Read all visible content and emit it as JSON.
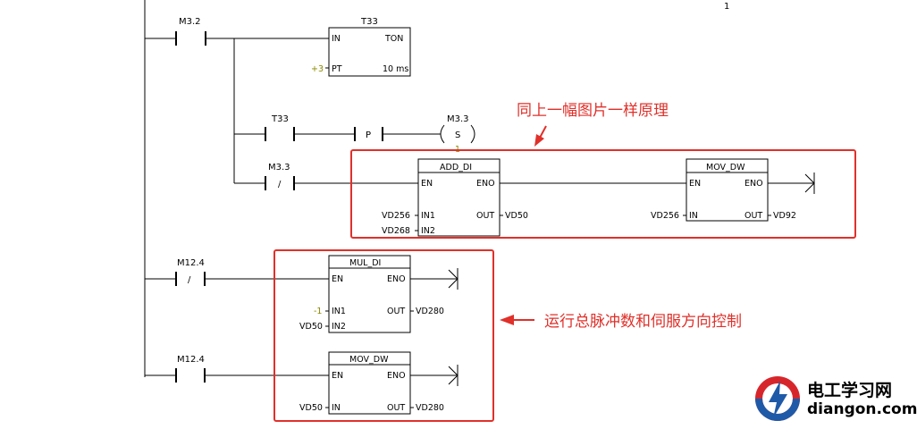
{
  "rung_number": "1",
  "network1": {
    "contact_m32": "M3.2",
    "timer": {
      "name": "T33",
      "title": "TON",
      "in": "IN",
      "pt": "PT",
      "pt_value": "+3",
      "resolution": "10 ms"
    },
    "contact_t33": "T33",
    "p_label": "P",
    "coil_m33": {
      "name": "M3.3",
      "type": "S",
      "count": "1"
    },
    "contact_m33": "M3.3",
    "nc_slash": "/",
    "add_di": {
      "title": "ADD_DI",
      "en": "EN",
      "eno": "ENO",
      "in1": "IN1",
      "in2": "IN2",
      "out": "OUT",
      "in1_val": "VD256",
      "in2_val": "VD268",
      "out_val": "VD50"
    },
    "mov_dw": {
      "title": "MOV_DW",
      "en": "EN",
      "eno": "ENO",
      "in": "IN",
      "out": "OUT",
      "in_val": "VD256",
      "out_val": "VD92"
    }
  },
  "network2": {
    "contact_m124_nc": "M12.4",
    "nc_slash": "/",
    "mul_di": {
      "title": "MUL_DI",
      "en": "EN",
      "eno": "ENO",
      "in1": "IN1",
      "in2": "IN2",
      "out": "OUT",
      "in1_val": "-1",
      "in2_val": "VD50",
      "out_val": "VD280"
    },
    "contact_m124_no": "M12.4",
    "mov_dw": {
      "title": "MOV_DW",
      "en": "EN",
      "eno": "ENO",
      "in": "IN",
      "out": "OUT",
      "in_val": "VD50",
      "out_val": "VD280"
    }
  },
  "annotations": {
    "top": "同上一幅图片一样原理",
    "bottom": "运行总脉冲数和伺服方向控制"
  },
  "logo": {
    "cn": "电工学习网",
    "en": "diangon.com"
  },
  "colors": {
    "annotation": "#e0302a",
    "constant": "#8a8a00",
    "logo_red": "#d7262b",
    "logo_blue": "#1e5aa8"
  }
}
